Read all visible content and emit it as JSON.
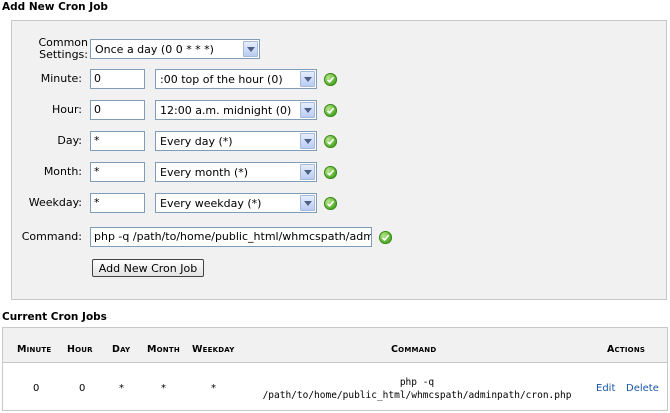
{
  "add_section": {
    "title": "Add New Cron Job",
    "common_label_line1": "Common",
    "common_label_line2": "Settings:",
    "common_value": "Once a day (0 0 * * *)",
    "minute": {
      "label": "Minute:",
      "value": "0",
      "select": ":00 top of the hour (0)"
    },
    "hour": {
      "label": "Hour:",
      "value": "0",
      "select": "12:00 a.m. midnight (0)"
    },
    "day": {
      "label": "Day:",
      "value": "*",
      "select": "Every day (*)"
    },
    "month": {
      "label": "Month:",
      "value": "*",
      "select": "Every month (*)"
    },
    "weekday": {
      "label": "Weekday:",
      "value": "*",
      "select": "Every weekday (*)"
    },
    "command": {
      "label": "Command:",
      "value": "php -q /path/to/home/public_html/whmcspath/admin"
    },
    "submit_label": "Add New Cron Job"
  },
  "current_section": {
    "title": "Current Cron Jobs",
    "headers": {
      "minute": "Minute",
      "hour": "Hour",
      "day": "Day",
      "month": "Month",
      "weekday": "Weekday",
      "command": "Command",
      "actions": "Actions"
    },
    "rows": [
      {
        "minute": "0",
        "hour": "0",
        "day": "*",
        "month": "*",
        "weekday": "*",
        "command_line1": "php -q",
        "command_line2": "/path/to/home/public_html/whmcspath/adminpath/cron.php",
        "edit": "Edit",
        "delete": "Delete"
      }
    ]
  },
  "colors": {
    "panel_bg": "#f1f1f1",
    "border": "#c8c8c8",
    "link": "#1a56a8",
    "ok_green": "#46a51f"
  },
  "icons": {
    "validation": "ok-check-icon",
    "dropdown": "chevron-down-icon"
  }
}
